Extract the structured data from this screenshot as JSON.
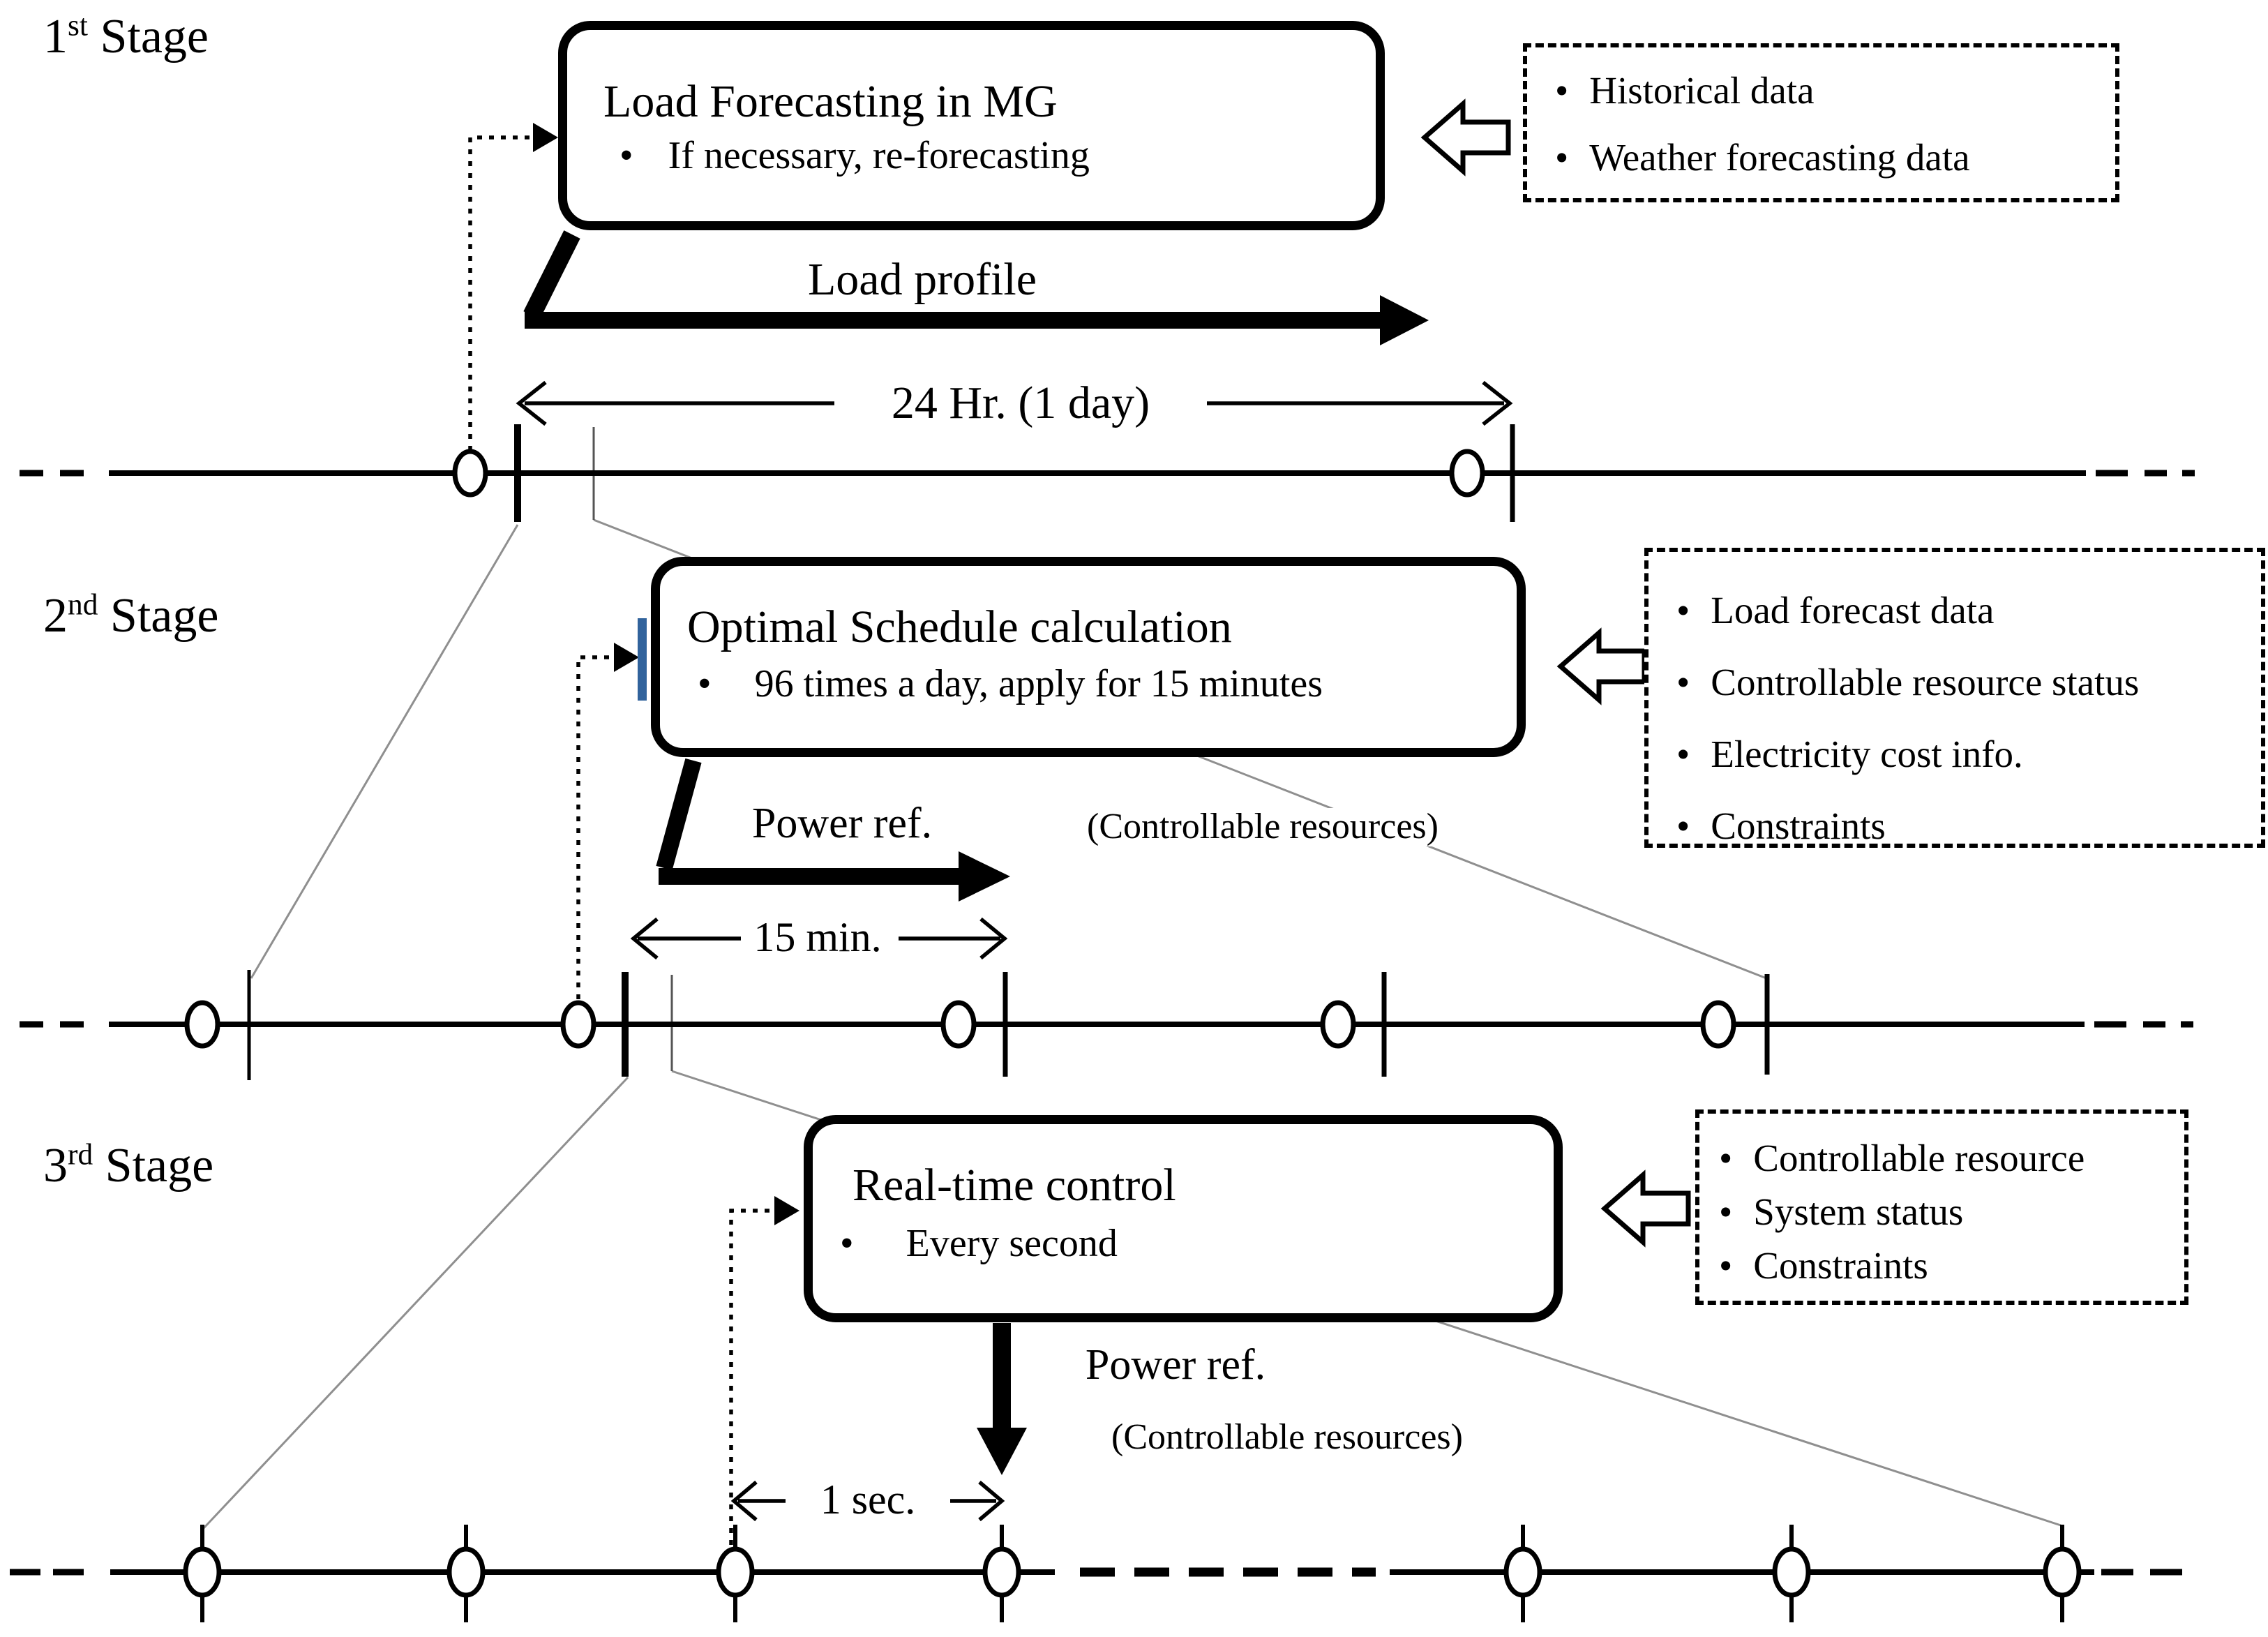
{
  "ui": {
    "bullet": "•"
  },
  "colors": {
    "accent_blue": "#31639c",
    "line_black": "#000000",
    "connector_gray": "#8f8f8f"
  },
  "stage1": {
    "label_num": "1",
    "label_sup": "st",
    "label_word": "Stage",
    "box": {
      "title": "Load Forecasting in MG",
      "bullet": "If necessary, re-forecasting"
    },
    "inputs": [
      "Historical data",
      "Weather forecasting data"
    ],
    "output_label": "Load profile",
    "span_label": "24 Hr. (1 day)"
  },
  "stage2": {
    "label_num": "2",
    "label_sup": "nd",
    "label_word": "Stage",
    "box": {
      "title": "Optimal Schedule calculation",
      "bullet": "96 times a day, apply for 15 minutes"
    },
    "inputs": [
      "Load forecast data",
      "Controllable resource status",
      "Electricity cost info.",
      "Constraints"
    ],
    "output_label": "Power ref.",
    "output_note": "(Controllable resources)",
    "span_label": "15 min."
  },
  "stage3": {
    "label_num": "3",
    "label_sup": "rd",
    "label_word": "Stage",
    "box": {
      "title": "Real-time control",
      "bullet": "Every second"
    },
    "inputs": [
      "Controllable resource",
      "System status",
      "Constraints"
    ],
    "output_label": "Power ref.",
    "output_note": "(Controllable resources)",
    "span_label": "1 sec."
  }
}
